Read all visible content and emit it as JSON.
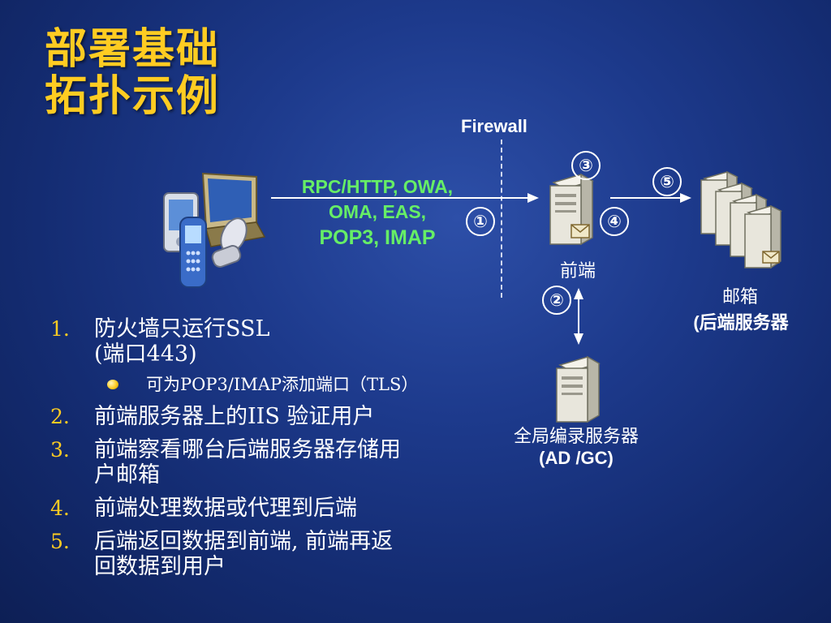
{
  "title": {
    "line1": "部署基础",
    "line2": "拓扑示例"
  },
  "diagram": {
    "firewall_label": "Firewall",
    "protocols": {
      "line1": "RPC/HTTP, OWA,",
      "line2": "OMA, EAS,",
      "line3": "POP3, IMAP"
    },
    "steps": [
      "①",
      "②",
      "③",
      "④",
      "⑤"
    ],
    "frontend_label": "前端",
    "mailbox_label_1": "邮箱",
    "mailbox_label_2": "(后端服务器",
    "gc_label_1": "全局编录服务器",
    "gc_label_2": "(AD /GC)",
    "colors": {
      "title": "#ffcc22",
      "protocols": "#66ee66",
      "background": "#1d3a8c"
    }
  },
  "list": {
    "items": [
      {
        "num": "1.",
        "text": "防火墙只运行SSL",
        "text2": "(端口443)"
      },
      {
        "num": "2.",
        "text": "前端服务器上的IIS 验证用户"
      },
      {
        "num": "3.",
        "text": "前端察看哪台后端服务器存储用",
        "text2": "户邮箱"
      },
      {
        "num": "4.",
        "text": "前端处理数据或代理到后端"
      },
      {
        "num": "5.",
        "text": "后端返回数据到前端, 前端再返",
        "text2": "回数据到用户"
      }
    ],
    "sub_item": "可为POP3/IMAP添加端口（TLS）"
  },
  "icons": [
    "client-devices-icon",
    "frontend-server-icon",
    "backend-servers-icon",
    "global-catalog-server-icon"
  ]
}
